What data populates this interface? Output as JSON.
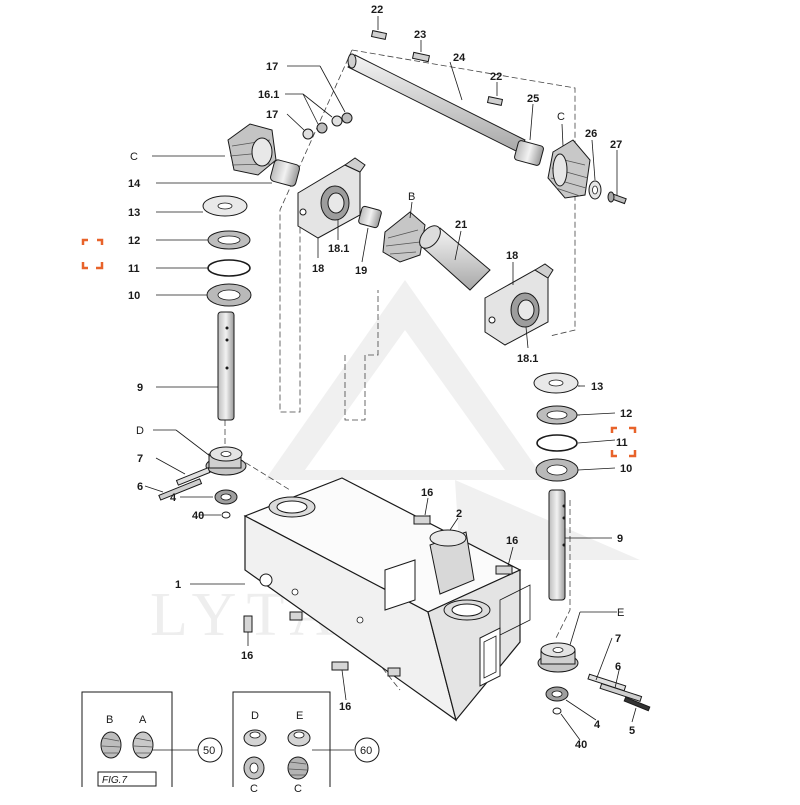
{
  "watermark": "LYTAGRA",
  "figure_caption": "FIG.7",
  "sub_refs": {
    "left": "50",
    "right": "60"
  },
  "inset_letters": {
    "b": "B",
    "a": "A",
    "d": "D",
    "e": "E",
    "c1": "C",
    "c2": "C"
  },
  "part_labels": {
    "p22a": "22",
    "p23": "23",
    "p24": "24",
    "p22b": "22",
    "p25": "25",
    "p17a": "17",
    "p16_1": "16.1",
    "p17b": "17",
    "pCa": "C",
    "pCb": "C",
    "p26": "26",
    "p27": "27",
    "p14": "14",
    "p13a": "13",
    "p12a": "12",
    "p11a": "11",
    "p10a": "10",
    "pB": "B",
    "p21": "21",
    "p18a": "18",
    "p18_1a": "18.1",
    "p19": "19",
    "p18b": "18",
    "p18_1b": "18.1",
    "p9a": "9",
    "pD": "D",
    "p7a": "7",
    "p6a": "6",
    "p4a": "4",
    "p40a": "40",
    "p13b": "13",
    "p12b": "12",
    "p11b": "11",
    "p10b": "10",
    "p9b": "9",
    "p16a": "16",
    "p2": "2",
    "p16b": "16",
    "p1": "1",
    "p16c": "16",
    "p16d": "16",
    "pE": "E",
    "p7b": "7",
    "p6b": "6",
    "p5": "5",
    "p4b": "4",
    "p40b": "40"
  },
  "colors": {
    "line": "#1a1a1a",
    "metal": "#d2d2d2",
    "marker": "#e8632a",
    "watermark": "#eeeeee"
  }
}
